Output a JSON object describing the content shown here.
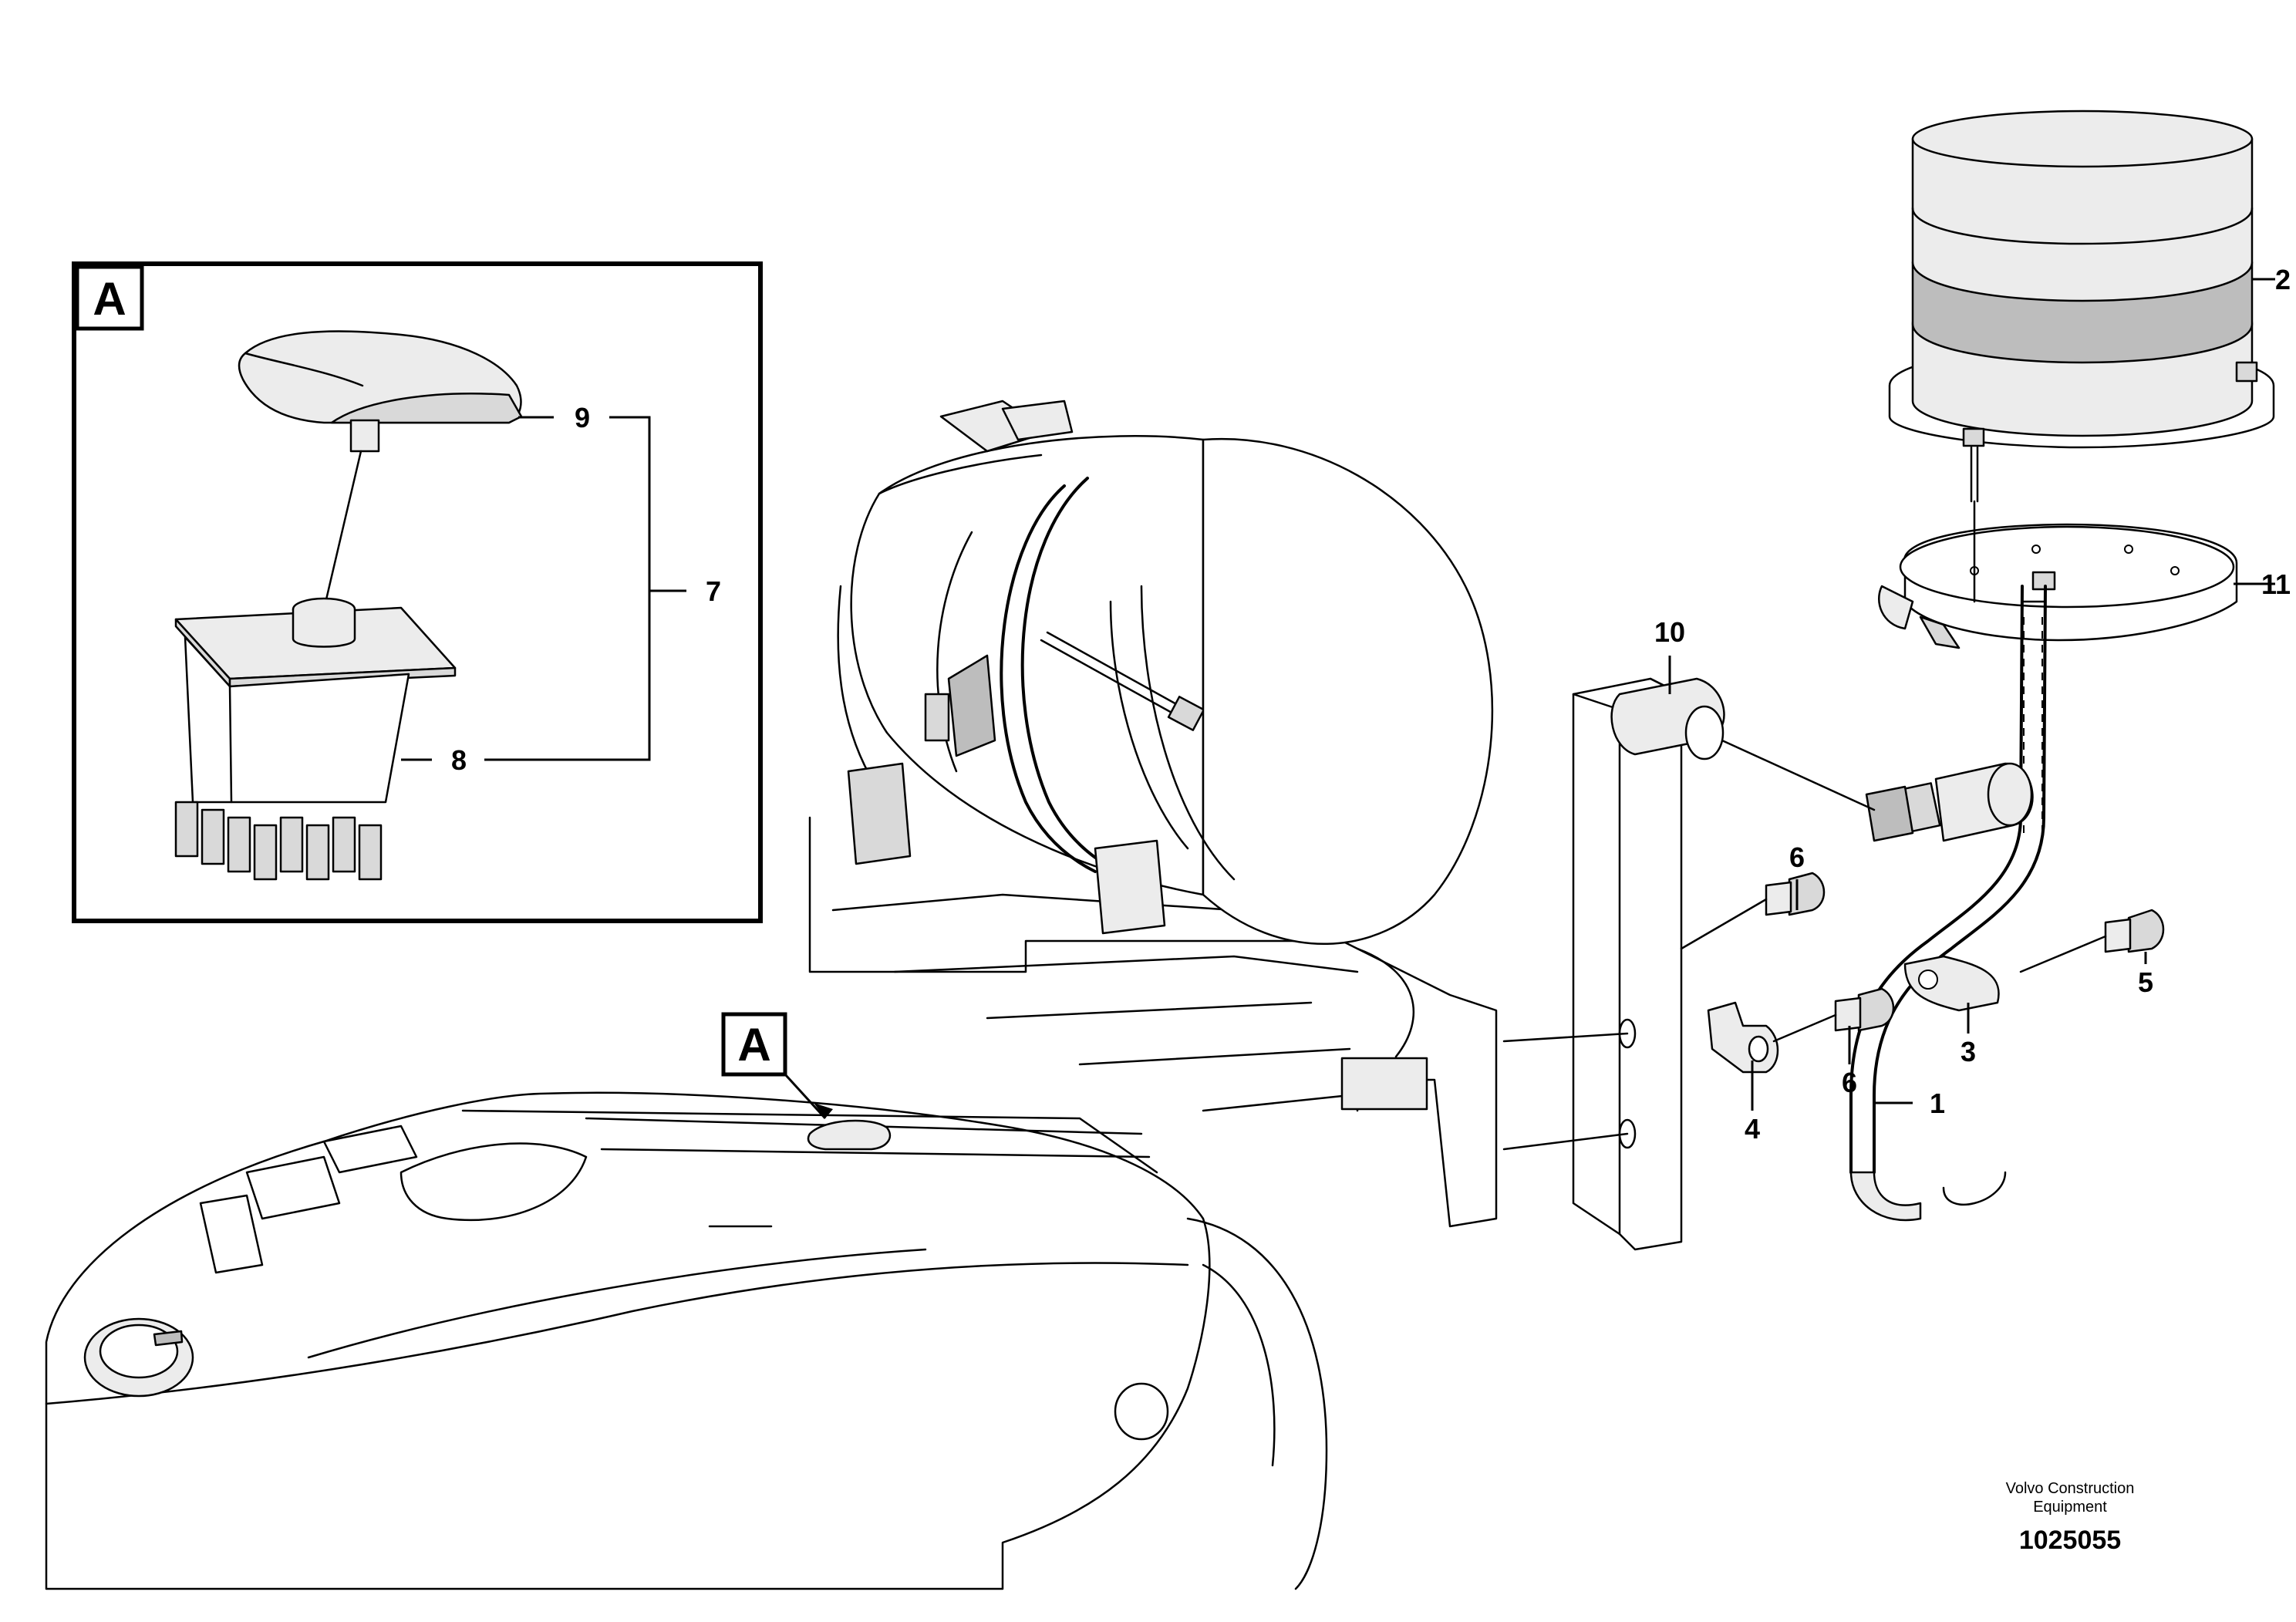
{
  "callouts": {
    "c1": "1",
    "c2": "2",
    "c3": "3",
    "c4": "4",
    "c5": "5",
    "c6a": "6",
    "c6b": "6",
    "c7": "7",
    "c8": "8",
    "c9": "9",
    "c10": "10",
    "c11": "11"
  },
  "detail": {
    "label_inset": "A",
    "label_main": "A"
  },
  "footer": {
    "brand_line1": "Volvo Construction",
    "brand_line2": "Equipment",
    "doc_number": "1025055"
  }
}
